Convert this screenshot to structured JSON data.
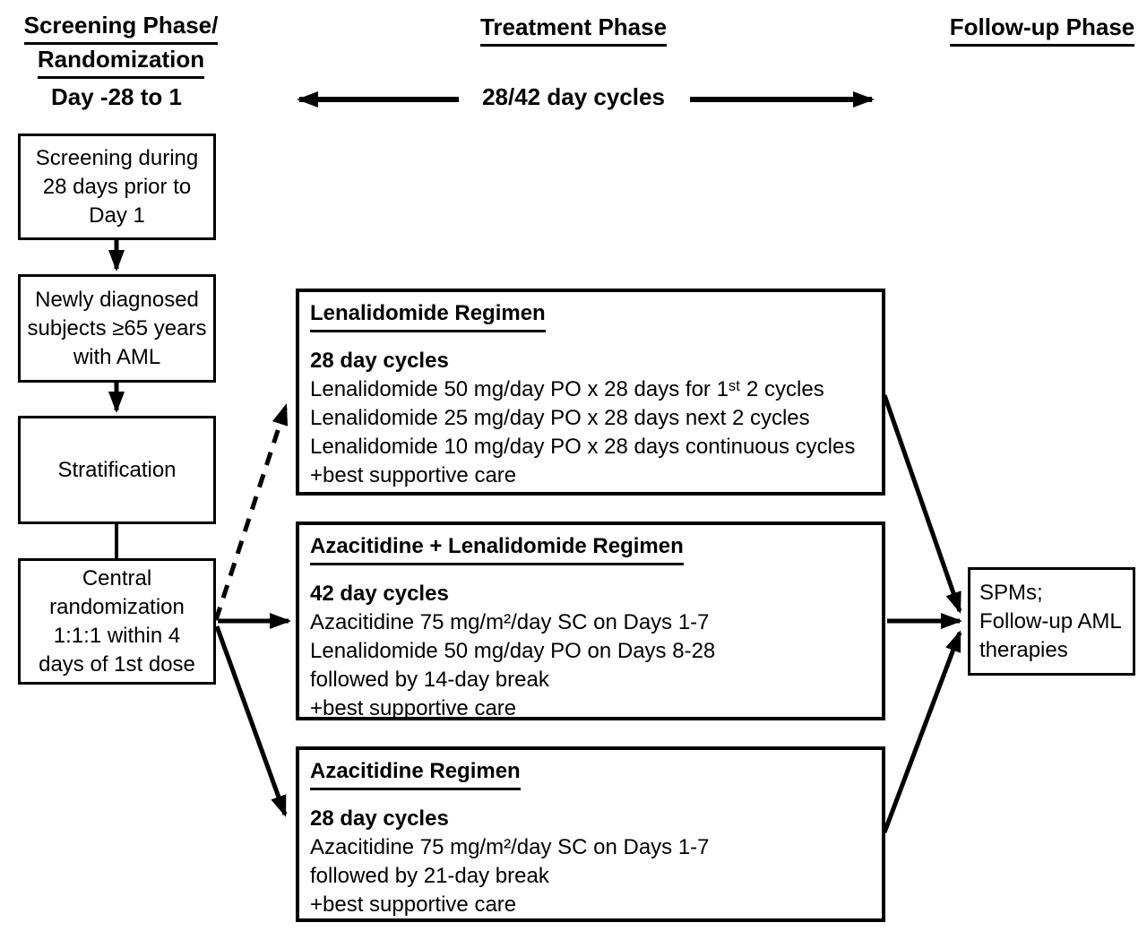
{
  "headers": {
    "screening_line1": "Screening Phase/",
    "screening_line2": "Randomization",
    "treatment": "Treatment Phase",
    "followup": "Follow-up Phase"
  },
  "subheaders": {
    "day_range": "Day -28 to 1",
    "cycles": "28/42 day cycles"
  },
  "left_column": {
    "screening_box": {
      "lines": [
        "Screening during",
        "28 days prior to",
        "Day 1"
      ]
    },
    "newly_diagnosed_box": {
      "lines": [
        "Newly diagnosed",
        "subjects ≥65 years",
        "with AML"
      ]
    },
    "stratification_box": {
      "lines": [
        "Stratification"
      ]
    },
    "randomization_box": {
      "lines": [
        "Central",
        "randomization",
        "1:1:1 within 4",
        "days of 1st dose"
      ]
    }
  },
  "regimen_boxes": [
    {
      "title": "Lenalidomide Regimen",
      "subtitle": "28 day cycles",
      "lines": [
        "Lenalidomide 50 mg/day PO x 28 days for 1ˢᵗ 2 cycles",
        "Lenalidomide 25 mg/day PO x 28 days next 2 cycles",
        "Lenalidomide 10 mg/day PO x 28 days continuous cycles",
        "+best supportive care"
      ]
    },
    {
      "title": "Azacitidine + Lenalidomide Regimen",
      "subtitle": "42 day cycles",
      "lines": [
        "Azacitidine 75 mg/m²/day SC on Days 1-7",
        "Lenalidomide 50 mg/day PO on Days 8-28",
        "followed by 14-day break",
        "+best supportive care"
      ]
    },
    {
      "title": "Azacitidine Regimen",
      "subtitle": "28 day cycles",
      "lines": [
        "Azacitidine 75 mg/m²/day SC on Days 1-7",
        "followed by 21-day break",
        "+best supportive care"
      ]
    }
  ],
  "followup_box": {
    "lines": [
      "SPMs;",
      "Follow-up AML",
      "therapies"
    ]
  },
  "colors": {
    "ink": "#000000",
    "background": "#ffffff"
  }
}
